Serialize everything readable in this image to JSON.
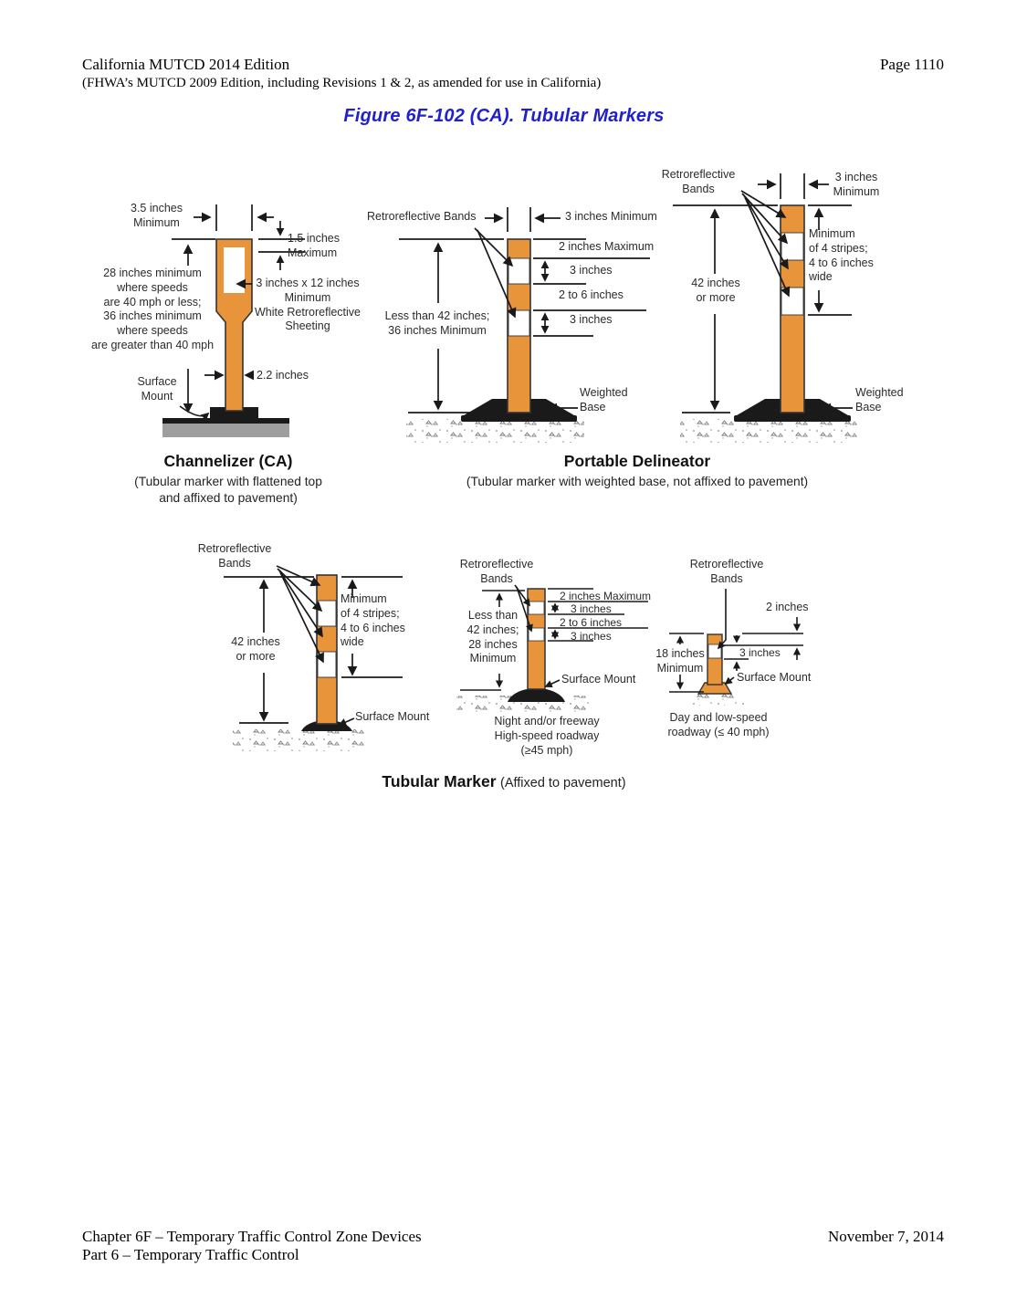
{
  "header": {
    "title": "California MUTCD 2014 Edition",
    "subtitle": "(FHWA’s MUTCD 2009 Edition, including Revisions 1 & 2, as amended for use in California)",
    "page_number": "Page 1110"
  },
  "figure": {
    "title": "Figure 6F-102 (CA).  Tubular Markers"
  },
  "diagrams": {
    "channelizer": {
      "labels": {
        "width_min": "3.5 inches\nMinimum",
        "thickness_max": "1.5 inches\nMaximum",
        "height_rule": "28 inches minimum\nwhere speeds\nare 40 mph or less;\n36 inches minimum\nwhere speeds\nare greater than 40 mph",
        "sheeting": "3 inches x 12 inches\nMinimum\nWhite Retroreflective\nSheeting",
        "surface_mount": "Surface\nMount",
        "post_width": "2.2 inches"
      },
      "caption": {
        "title": "Channelizer (CA)",
        "subtitle": "(Tubular marker with flattened top\nand affixed to pavement)"
      }
    },
    "portable_short": {
      "labels": {
        "bands": "Retroreflective Bands",
        "width_min": "3 inches Minimum",
        "band_top": "2 inches Maximum",
        "band_3a": "3 inches",
        "band_mid": "2 to 6 inches",
        "band_3b": "3 inches",
        "height_rule": "Less than 42 inches;\n36 inches Minimum",
        "weighted_base": "Weighted\nBase"
      },
      "caption": {
        "title": "Portable Delineator",
        "subtitle": "(Tubular marker with weighted base, not affixed to pavement)"
      }
    },
    "portable_tall": {
      "labels": {
        "bands": "Retroreflective\nBands",
        "width_min": "3 inches\nMinimum",
        "height_rule": "42 inches\nor more",
        "stripes": "Minimum\nof 4 stripes;\n4 to 6 inches\nwide",
        "weighted_base": "Weighted\nBase"
      }
    },
    "tubular_tall": {
      "labels": {
        "bands": "Retroreflective\nBands",
        "height_rule": "42 inches\nor more",
        "stripes": "Minimum\nof 4 stripes;\n4 to 6 inches\nwide",
        "surface_mount": "Surface Mount"
      }
    },
    "tubular_night": {
      "labels": {
        "bands": "Retroreflective\nBands",
        "band_top": "2 inches Maximum",
        "band_3a": "3 inches",
        "band_mid": "2 to 6 inches",
        "band_3b": "3 inches",
        "height_rule": "Less than\n42 inches;\n28 inches\nMinimum",
        "surface_mount": "Surface Mount"
      },
      "caption": "Night and/or freeway\nHigh-speed roadway\n(≥45 mph)"
    },
    "tubular_day": {
      "labels": {
        "bands": "Retroreflective\nBands",
        "band_top": "2 inches",
        "height_rule": "18 inches\nMinimum",
        "band_white": "3 inches",
        "surface_mount": "Surface Mount"
      },
      "caption": "Day and low-speed\nroadway (≤ 40 mph)"
    },
    "group_caption": {
      "title": "Tubular Marker",
      "subtitle": "(Affixed to pavement)"
    }
  },
  "footer": {
    "chapter": "Chapter 6F – Temporary Traffic Control Zone Devices",
    "part": "Part 6 – Temporary Traffic Control",
    "date": "November 7, 2014"
  },
  "colors": {
    "figure_title_blue": "#2020CC",
    "marker_orange": "#E8943B",
    "base_black": "#1A1A1A",
    "pavement_gray": "#9E9E9E"
  }
}
